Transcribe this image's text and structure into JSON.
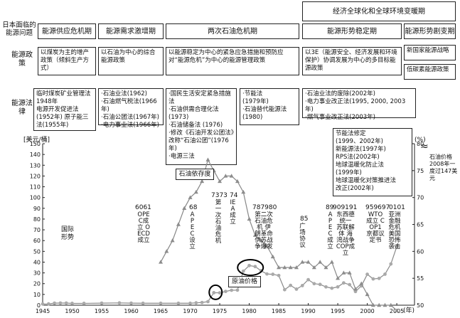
{
  "top_banner": "经济全球化和全球环境变暖期",
  "row_header": "日本面临的能源问题",
  "periods": [
    "能源供应危机期",
    "能源需求激增期",
    "两次石油危机期",
    "能源形势稳定期",
    "能源形势剧变期"
  ],
  "policy_label": "能源政策",
  "policies": [
    "以煤炭为主的增产政策（倾斜生产方式）",
    "以石油为中心的综合能源政策",
    "以能源稳定为中心的紧急应急措施和预防应对“能源危机”为中心的能源管理政策",
    "以3E（能源安全、经济发展和环境保护）协调发展为中心的多目标能源政策",
    "新国家能源战略",
    "低碳素能源政策"
  ],
  "law_label": "能源法律",
  "laws": [
    [
      "临时煤炭矿业管理法1948年",
      "电源开发促进法(1952年)  原子能三法(1955年)"
    ],
    [
      "·石油业法(1962)",
      "·石油燃气税法(1966年)",
      "·石油公团法(1967年)",
      "·电力事业法(1966年)"
    ],
    [
      "·国民生活安定紧急措施法",
      "·石油供需合理化法(1973)",
      "·石油储备法 (1976)",
      "·修改《石油开发公团法》改称“石油公团”(1976年)",
      "·电源三法"
    ],
    [
      "·节能法",
      "(1979年)",
      "·石油替代能源法",
      "(1980)"
    ],
    [
      "·石油业法的废除(2002年)",
      "·电力事业改正法(1995, 2000, 2003年)",
      "·燃气事业改正法(2003年)"
    ]
  ],
  "laws_recent": [
    "节能法修定",
    "(1999、2002年)",
    "新能源法(1997年)",
    "RPS法(2002年)",
    "地球温暖化防止法",
    "(1999年)",
    "地球温暖化对策推进法",
    "改正(2002年)"
  ],
  "y_left_unit": "[美元/桶]",
  "y_right_unit": "(%)",
  "x_unit": "(年)",
  "x_ticks": [
    "1945",
    "1950",
    "1955",
    "1960",
    "1965",
    "1970",
    "1975",
    "1980",
    "1985",
    "1990",
    "1995",
    "2000",
    "2005"
  ],
  "y_left_ticks": [
    "0",
    "10",
    "20",
    "30",
    "40",
    "50",
    "60",
    "70",
    "80",
    "90",
    "100",
    "110",
    "120",
    "130",
    "140",
    "150"
  ],
  "y_right_ticks": [
    "50",
    "55",
    "60",
    "65",
    "70",
    "75",
    "80"
  ],
  "series_labels": {
    "oil_dependency": "石油依存度",
    "crude_price": "原油价格"
  },
  "international_label": "国际形势",
  "price_note": "石油价格2008年一度过147美元",
  "break_mark": "≈",
  "events": [
    {
      "year": "6061",
      "text": "OPEC成立 OECD成立"
    },
    {
      "year": "68",
      "text": "APEC设立"
    },
    {
      "year": "7373",
      "text": "第一次石油危机"
    },
    {
      "year": "74",
      "text": "IEA成立"
    },
    {
      "year": "787980",
      "text": "第二次石油危机 伊朗革命 伊苏战争爆发"
    },
    {
      "year": "85",
      "text": "广场协议"
    },
    {
      "year": "89",
      "text": "APEC成立"
    },
    {
      "year": "909191",
      "text": "东西德统一 苏联解体 海湾战争 COP成立"
    },
    {
      "year": "959697",
      "text": "WTO成立 COP1 京都议定书"
    },
    {
      "year": "0101",
      "text": "亚洲金融危机 美国恐怖袭击"
    }
  ],
  "chart_data": {
    "type": "line",
    "xlabel": "(年)",
    "ylabel": "[美元/桶]",
    "x_range": [
      1945,
      2008
    ],
    "ylim_left": [
      0,
      150
    ],
    "ylim_right": [
      50,
      80
    ],
    "series": [
      {
        "name": "原油价格",
        "axis": "left",
        "x": [
          1945,
          1946,
          1947,
          1948,
          1949,
          1950,
          1952,
          1955,
          1958,
          1960,
          1962,
          1965,
          1968,
          1970,
          1971,
          1972,
          1973,
          1974,
          1975,
          1976,
          1977,
          1978,
          1979,
          1980,
          1981,
          1982,
          1983,
          1984,
          1985,
          1986,
          1987,
          1988,
          1989,
          1990,
          1991,
          1992,
          1993,
          1994,
          1995,
          1996,
          1997,
          1998,
          1999,
          2000,
          2001,
          2002,
          2003,
          2004,
          2005
        ],
        "values": [
          1.1,
          1.2,
          1.9,
          2.0,
          2.0,
          1.7,
          1.7,
          1.9,
          2.1,
          1.9,
          1.8,
          1.8,
          1.8,
          1.8,
          2.2,
          2.5,
          3.3,
          11.6,
          11.5,
          12.8,
          13.9,
          14.0,
          31.6,
          36.8,
          35.9,
          32.0,
          29.0,
          28.7,
          27.6,
          14.4,
          18.4,
          14.9,
          18.2,
          23.7,
          20.0,
          19.3,
          17.0,
          15.8,
          17.0,
          20.7,
          19.1,
          12.7,
          17.9,
          28.7,
          24.4,
          24.9,
          28.8,
          38.3,
          54.5
        ]
      },
      {
        "name": "石油依存度",
        "axis": "right",
        "x": [
          1965,
          1966,
          1967,
          1968,
          1969,
          1970,
          1971,
          1972,
          1973,
          1974,
          1975,
          1976,
          1977,
          1978,
          1979,
          1980,
          1981,
          1982,
          1983,
          1984,
          1985,
          1986,
          1987,
          1988,
          1989,
          1990,
          1991,
          1992,
          1993,
          1994,
          1995,
          1996,
          1997,
          1998,
          1999,
          2000,
          2001,
          2002,
          2003,
          2004,
          2005
        ],
        "values": [
          58,
          60,
          62,
          65,
          68,
          70,
          71,
          73,
          77,
          75,
          73,
          74,
          74,
          73,
          71,
          66,
          63,
          62,
          61,
          59,
          57,
          57,
          57,
          57,
          58,
          58,
          57,
          58,
          57,
          58,
          55,
          56,
          56,
          53,
          54,
          52,
          50,
          50,
          50,
          50,
          49
        ]
      }
    ]
  }
}
